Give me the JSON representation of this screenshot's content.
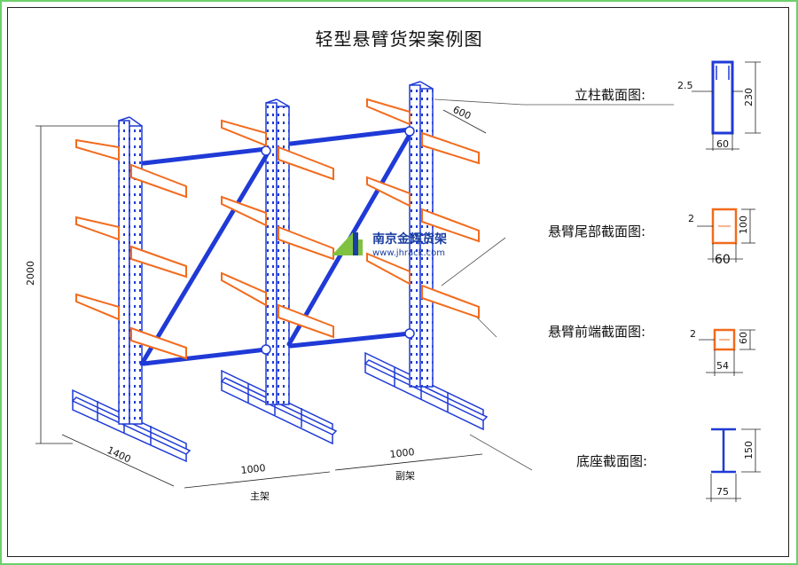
{
  "title": "轻型悬臂货架案例图",
  "sections": {
    "column": "立柱截面图:",
    "arm_rear": "悬臂尾部截面图:",
    "arm_front": "悬臂前端截面图:",
    "base": "底座截面图:"
  },
  "section_dims": {
    "column": {
      "thickness": "2.5",
      "height": "230",
      "width": "60"
    },
    "arm_rear": {
      "thickness": "2",
      "height": "100",
      "width": "60"
    },
    "arm_front": {
      "thickness": "2",
      "height": "60",
      "width": "54"
    },
    "base": {
      "height": "150",
      "width": "75"
    }
  },
  "rack_dims": {
    "height": "2000",
    "depth": "1400",
    "span1": "1000",
    "span2": "1000",
    "arm_length": "600"
  },
  "rack_labels": {
    "main_frame": "主架",
    "sub_frame": "副架"
  },
  "logo": {
    "name": "南京金辉货架",
    "url": "www.jhrack.com"
  },
  "colors": {
    "column": "#1f3ad6",
    "arm": "#f26b1d",
    "frame": "#6cd06c"
  }
}
